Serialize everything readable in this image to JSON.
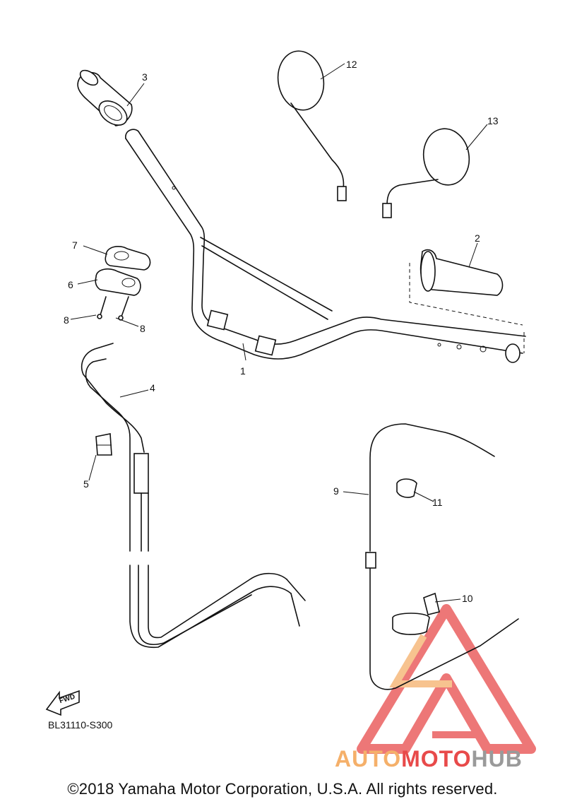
{
  "callouts": [
    {
      "id": "1",
      "label": "1"
    },
    {
      "id": "2",
      "label": "2"
    },
    {
      "id": "3",
      "label": "3"
    },
    {
      "id": "4",
      "label": "4"
    },
    {
      "id": "5",
      "label": "5"
    },
    {
      "id": "6",
      "label": "6"
    },
    {
      "id": "7",
      "label": "7"
    },
    {
      "id": "8a",
      "label": "8"
    },
    {
      "id": "8b",
      "label": "8"
    },
    {
      "id": "9",
      "label": "9"
    },
    {
      "id": "10",
      "label": "10"
    },
    {
      "id": "11",
      "label": "11"
    },
    {
      "id": "12",
      "label": "12"
    },
    {
      "id": "13",
      "label": "13"
    }
  ],
  "fwd_label": "FWD",
  "drawing_code": "BL31110-S300",
  "copyright": "©2018 Yamaha Motor Corporation, U.S.A. All rights reserved.",
  "watermark": {
    "part_a": "AUTO",
    "part_b": "MOTO",
    "part_c": "HUB"
  },
  "colors": {
    "watermark_red": "#e84a4a",
    "watermark_orange": "#f5b06a",
    "watermark_gray": "#9a9a9a"
  }
}
